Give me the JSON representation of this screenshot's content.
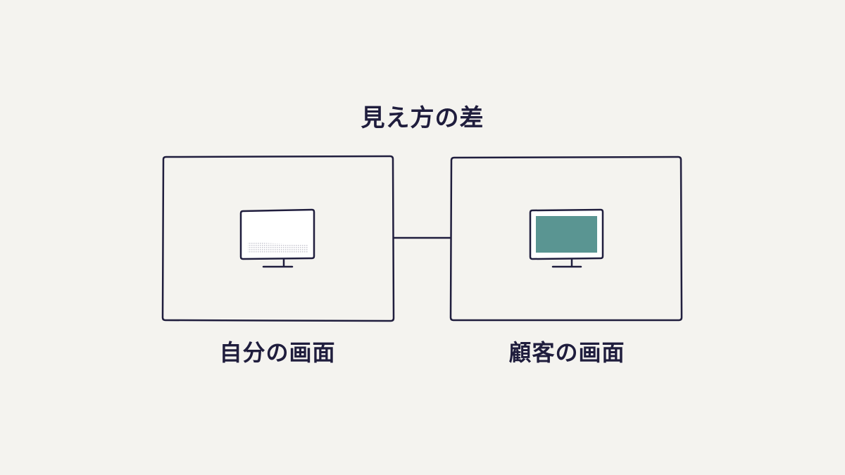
{
  "title": "見え方の差",
  "panels": [
    {
      "caption": "自分の画面",
      "screen_state": "faded",
      "screen_color": "#c9c8d2"
    },
    {
      "caption": "顧客の画面",
      "screen_state": "filled",
      "screen_color": "#5a9592"
    }
  ],
  "colors": {
    "background": "#f4f3ef",
    "ink": "#1f1d3d",
    "accent": "#5a9592"
  }
}
